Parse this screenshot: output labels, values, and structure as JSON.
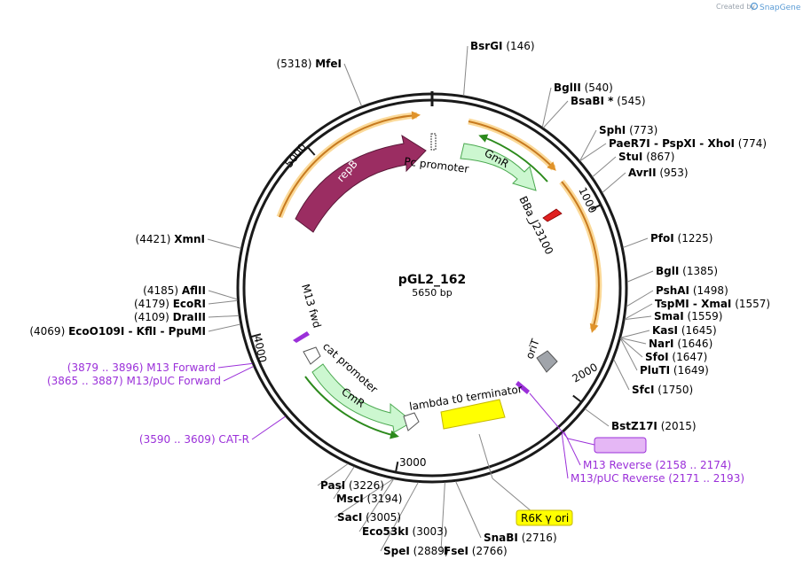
{
  "header": {
    "created_by": "Created by",
    "brand": "SnapGene"
  },
  "plasmid": {
    "name": "pGL2_162",
    "size": "5650 bp"
  },
  "ticks": [
    "1000",
    "2000",
    "3000",
    "4000",
    "5000"
  ],
  "enzymes": [
    {
      "name": "BsrGI",
      "pos": "(146)"
    },
    {
      "name": "BglII",
      "pos": "(540)"
    },
    {
      "name": "BsaBI *",
      "pos": "(545)"
    },
    {
      "name": "SphI",
      "pos": "(773)"
    },
    {
      "name": "PaeR7I - PspXI - XhoI",
      "pos": "(774)"
    },
    {
      "name": "StuI",
      "pos": "(867)"
    },
    {
      "name": "AvrII",
      "pos": "(953)"
    },
    {
      "name": "PfoI",
      "pos": "(1225)"
    },
    {
      "name": "BglI",
      "pos": "(1385)"
    },
    {
      "name": "PshAI",
      "pos": "(1498)"
    },
    {
      "name": "TspMI - XmaI",
      "pos": "(1557)"
    },
    {
      "name": "SmaI",
      "pos": "(1559)"
    },
    {
      "name": "KasI",
      "pos": "(1645)"
    },
    {
      "name": "NarI",
      "pos": "(1646)"
    },
    {
      "name": "SfoI",
      "pos": "(1647)"
    },
    {
      "name": "PluTI",
      "pos": "(1649)"
    },
    {
      "name": "SfcI",
      "pos": "(1750)"
    },
    {
      "name": "BstZ17I",
      "pos": "(2015)"
    },
    {
      "name": "SnaBI",
      "pos": "(2716)"
    },
    {
      "name": "FseI",
      "pos": "(2766)"
    },
    {
      "name": "SpeI",
      "pos": "(2889)"
    },
    {
      "name": "Eco53kI",
      "pos": "(3003)"
    },
    {
      "name": "SacI",
      "pos": "(3005)"
    },
    {
      "name": "MscI",
      "pos": "(3194)"
    },
    {
      "name": "PasI",
      "pos": "(3226)"
    },
    {
      "name": "EcoO109I - KflI - PpuMI",
      "pos": "(4069)"
    },
    {
      "name": "DraIII",
      "pos": "(4109)"
    },
    {
      "name": "EcoRI",
      "pos": "(4179)"
    },
    {
      "name": "AflII",
      "pos": "(4185)"
    },
    {
      "name": "XmnI",
      "pos": "(4421)"
    },
    {
      "name": "MfeI",
      "pos": "(5318)"
    }
  ],
  "primers": [
    {
      "name": "M13 rev",
      "pos": ""
    },
    {
      "name": "M13 Reverse",
      "pos": "(2158 .. 2174)"
    },
    {
      "name": "M13/pUC Reverse",
      "pos": "(2171 .. 2193)"
    },
    {
      "name": "M13 Forward",
      "pos": "(3879 .. 3896)"
    },
    {
      "name": "M13/pUC Forward",
      "pos": "(3865 .. 3887)"
    },
    {
      "name": "CAT-R",
      "pos": "(3590 .. 3609)"
    }
  ],
  "features": {
    "repB": "repB",
    "gmr": "GmR",
    "cmr": "CmR",
    "pc_promoter": "Pc promoter",
    "bba": "BBa_J23100",
    "m13fwd": "M13 fwd",
    "cat_promoter": "cat promoter",
    "lambda": "lambda t0 terminator",
    "orit": "oriT",
    "r6k": "R6K γ ori"
  },
  "colors": {
    "repB": "#9b2d62",
    "gmr_fill": "#ccf7d0",
    "gmr_outline": "#4aa84f",
    "cmr_fill": "#ccf7d0",
    "primer": "#9b30d9",
    "orange_arc": "#e0932a",
    "orange_glow": "#fbd998",
    "lambda": "#ffff00",
    "orit": "#a0a4aa",
    "bba": "#e02020",
    "green_arc": "#2c8a1c"
  }
}
